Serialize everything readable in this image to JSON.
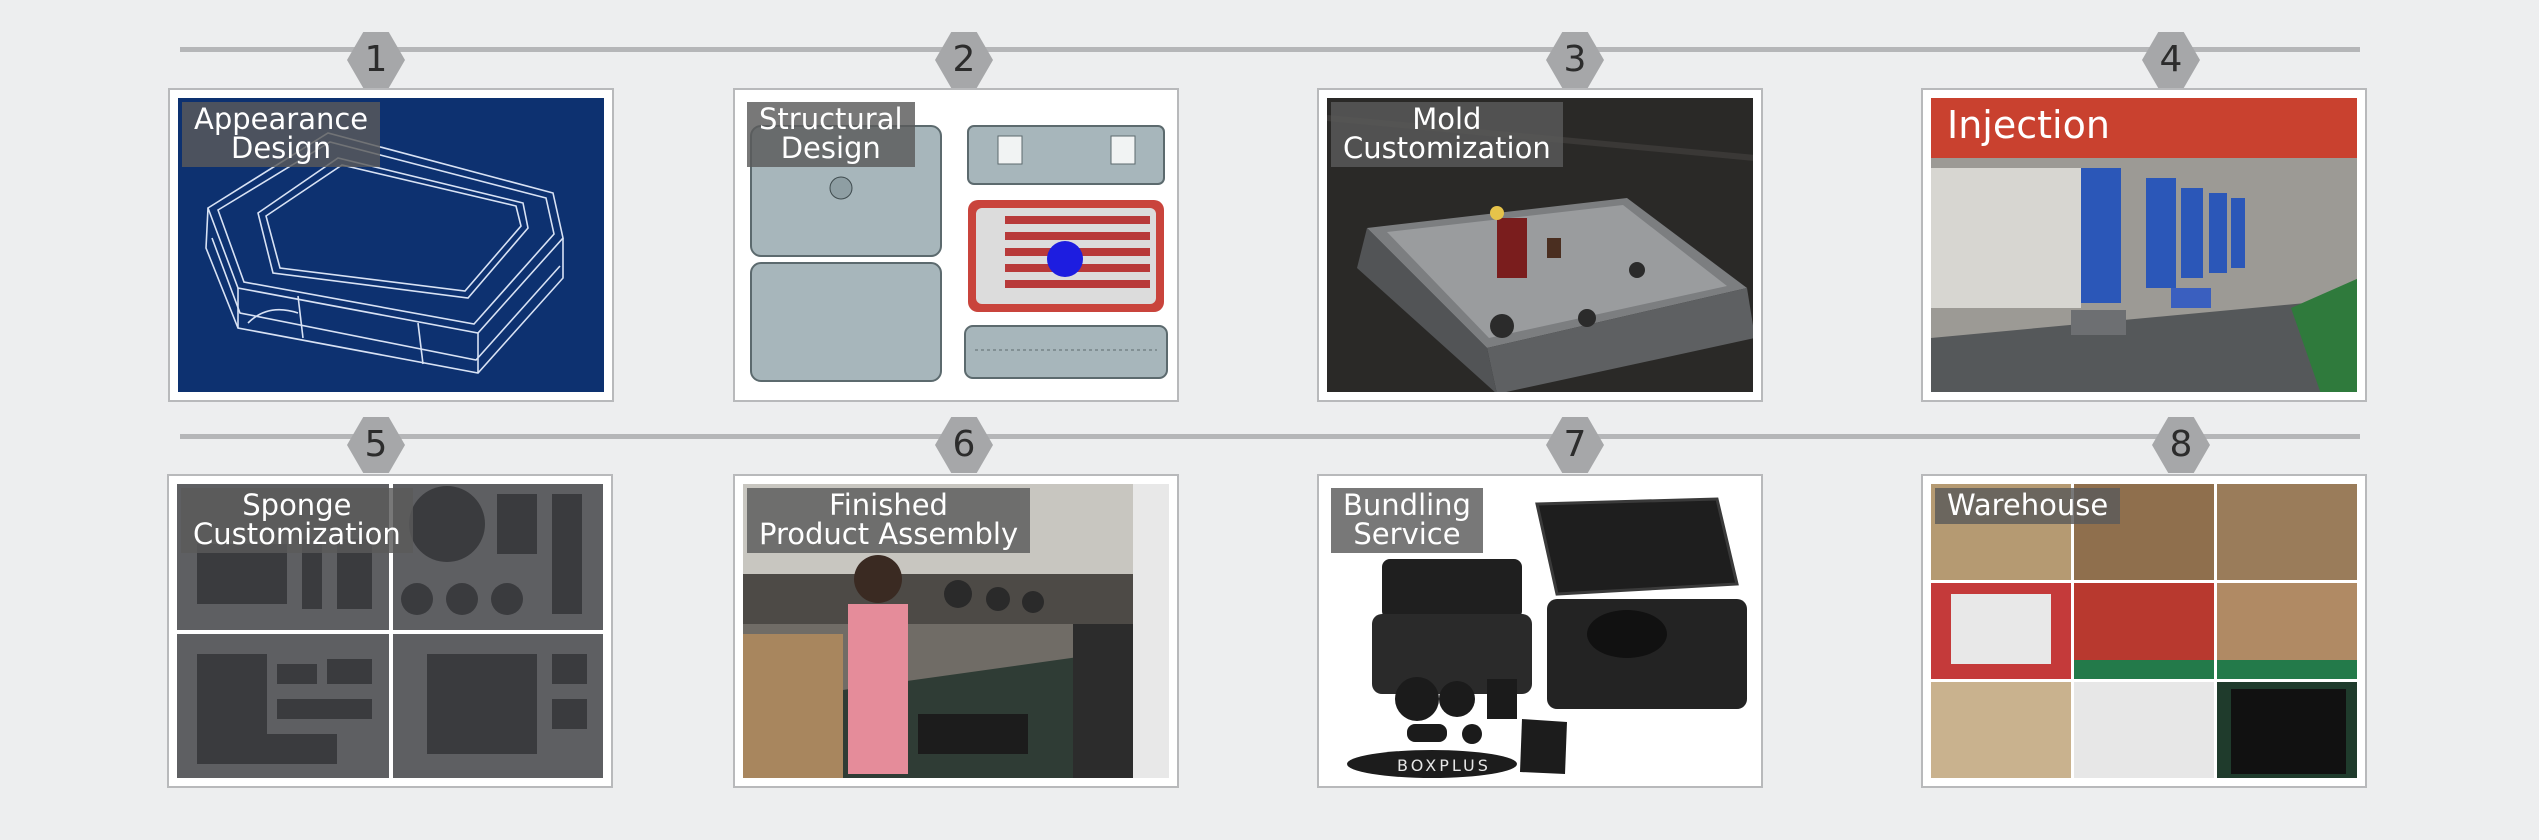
{
  "steps": [
    {
      "number": "1",
      "title_line1": "Appearance",
      "title_line2": "Design"
    },
    {
      "number": "2",
      "title_line1": "Structural",
      "title_line2": "Design"
    },
    {
      "number": "3",
      "title_line1": "Mold",
      "title_line2": "Customization"
    },
    {
      "number": "4",
      "title_line1": "Injection",
      "title_line2": ""
    },
    {
      "number": "5",
      "title_line1": "Sponge",
      "title_line2": "Customization"
    },
    {
      "number": "6",
      "title_line1": "Finished",
      "title_line2": "Product Assembly"
    },
    {
      "number": "7",
      "title_line1": "Bundling",
      "title_line2": "Service"
    },
    {
      "number": "8",
      "title_line1": "Warehouse",
      "title_line2": ""
    }
  ],
  "brand_text": "BOXPLUS",
  "colors": {
    "page_background": "#edeeef",
    "timeline": "#b5b6b8",
    "badge": "#a6a7a9",
    "blueprint_blue": "#0d3170",
    "case_gray": "#a7b6bb",
    "case_red": "#c9443c",
    "factory_blue": "#2b57b8",
    "foam_gray": "#5e5f62"
  }
}
